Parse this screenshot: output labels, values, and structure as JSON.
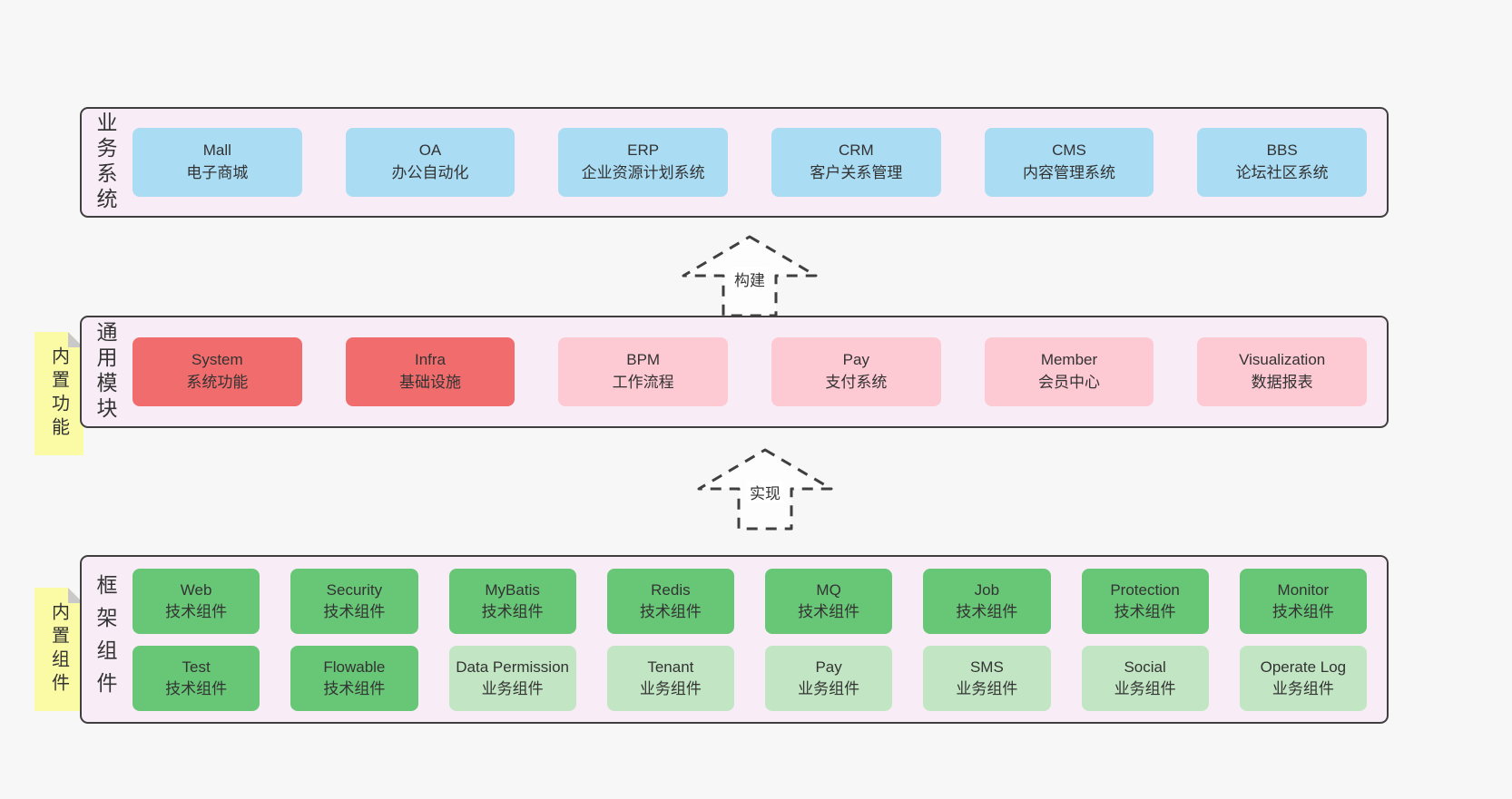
{
  "palette": {
    "page_bg": "#f7f7f7",
    "layer_bg": "#f8edf6",
    "layer_border": "#3f3f3f",
    "blue": "#aadcf4",
    "red": "#f16c6c",
    "pink": "#fdc9d3",
    "green": "#68c677",
    "light_green": "#c2e6c3",
    "note_yellow": "#fbfba6",
    "note_fold_gray": "#c9c9c9",
    "text": "#333333"
  },
  "arrows": [
    {
      "label": "构建"
    },
    {
      "label": "实现"
    }
  ],
  "layers": {
    "business": {
      "label": "业务系统",
      "boxes": [
        {
          "name": "Mall",
          "desc": "电子商城",
          "variant": "blue"
        },
        {
          "name": "OA",
          "desc": "办公自动化",
          "variant": "blue"
        },
        {
          "name": "ERP",
          "desc": "企业资源计划系统",
          "variant": "blue"
        },
        {
          "name": "CRM",
          "desc": "客户关系管理",
          "variant": "blue"
        },
        {
          "name": "CMS",
          "desc": "内容管理系统",
          "variant": "blue"
        },
        {
          "name": "BBS",
          "desc": "论坛社区系统",
          "variant": "blue"
        }
      ]
    },
    "modules": {
      "label": "通用模块",
      "note": "内置功能",
      "boxes": [
        {
          "name": "System",
          "desc": "系统功能",
          "variant": "red"
        },
        {
          "name": "Infra",
          "desc": "基础设施",
          "variant": "red"
        },
        {
          "name": "BPM",
          "desc": "工作流程",
          "variant": "pink"
        },
        {
          "name": "Pay",
          "desc": "支付系统",
          "variant": "pink"
        },
        {
          "name": "Member",
          "desc": "会员中心",
          "variant": "pink"
        },
        {
          "name": "Visualization",
          "desc": "数据报表",
          "variant": "pink"
        }
      ]
    },
    "components": {
      "label": "框架组件",
      "note": "内置组件",
      "row1": [
        {
          "name": "Web",
          "desc": "技术组件",
          "variant": "green"
        },
        {
          "name": "Security",
          "desc": "技术组件",
          "variant": "green"
        },
        {
          "name": "MyBatis",
          "desc": "技术组件",
          "variant": "green"
        },
        {
          "name": "Redis",
          "desc": "技术组件",
          "variant": "green"
        },
        {
          "name": "MQ",
          "desc": "技术组件",
          "variant": "green"
        },
        {
          "name": "Job",
          "desc": "技术组件",
          "variant": "green"
        },
        {
          "name": "Protection",
          "desc": "技术组件",
          "variant": "green"
        },
        {
          "name": "Monitor",
          "desc": "技术组件",
          "variant": "green"
        }
      ],
      "row2": [
        {
          "name": "Test",
          "desc": "技术组件",
          "variant": "green"
        },
        {
          "name": "Flowable",
          "desc": "技术组件",
          "variant": "green"
        },
        {
          "name": "Data Permission",
          "desc": "业务组件",
          "variant": "light_green"
        },
        {
          "name": "Tenant",
          "desc": "业务组件",
          "variant": "light_green"
        },
        {
          "name": "Pay",
          "desc": "业务组件",
          "variant": "light_green"
        },
        {
          "name": "SMS",
          "desc": "业务组件",
          "variant": "light_green"
        },
        {
          "name": "Social",
          "desc": "业务组件",
          "variant": "light_green"
        },
        {
          "name": "Operate Log",
          "desc": "业务组件",
          "variant": "light_green"
        }
      ]
    }
  }
}
